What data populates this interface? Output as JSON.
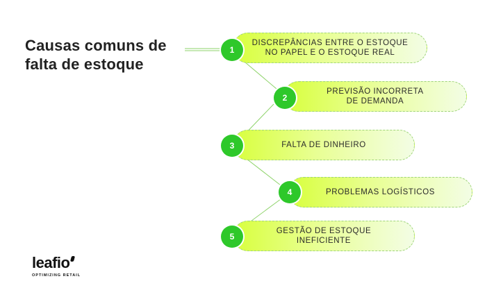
{
  "title": "Causas comuns de falta de estoque",
  "steps": [
    {
      "number": "1",
      "label": "DISCREPÂNCIAS ENTRE O ESTOQUE\nNO PAPEL E O ESTOQUE REAL"
    },
    {
      "number": "2",
      "label": "PREVISÃO INCORRETA\nDE DEMANDA"
    },
    {
      "number": "3",
      "label": "FALTA DE DINHEIRO"
    },
    {
      "number": "4",
      "label": "PROBLEMAS LOGÍSTICOS"
    },
    {
      "number": "5",
      "label": "GESTÃO DE ESTOQUE\nINEFICIENTE"
    }
  ],
  "logo": {
    "name": "leafio",
    "tagline": "OPTIMIZING RETAIL"
  },
  "colors": {
    "accent_green": "#2ec82a",
    "pill_lime": "#d8ff3d",
    "connector": "#8ed36a"
  }
}
